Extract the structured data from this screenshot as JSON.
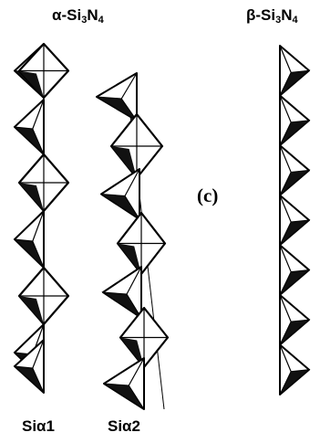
{
  "titles": {
    "alpha": {
      "prefix": "α-Si",
      "n1": "3",
      "mid": "N",
      "n2": "4"
    },
    "beta": {
      "prefix": "β-Si",
      "n1": "3",
      "mid": "N",
      "n2": "4"
    }
  },
  "panel_label": "(c)",
  "site_labels": {
    "si_alpha_1": "Siα1",
    "si_alpha_2": "Siα2"
  },
  "colors": {
    "ink": "#000000",
    "face_fill": "#ffffff",
    "shade": "#111111"
  }
}
